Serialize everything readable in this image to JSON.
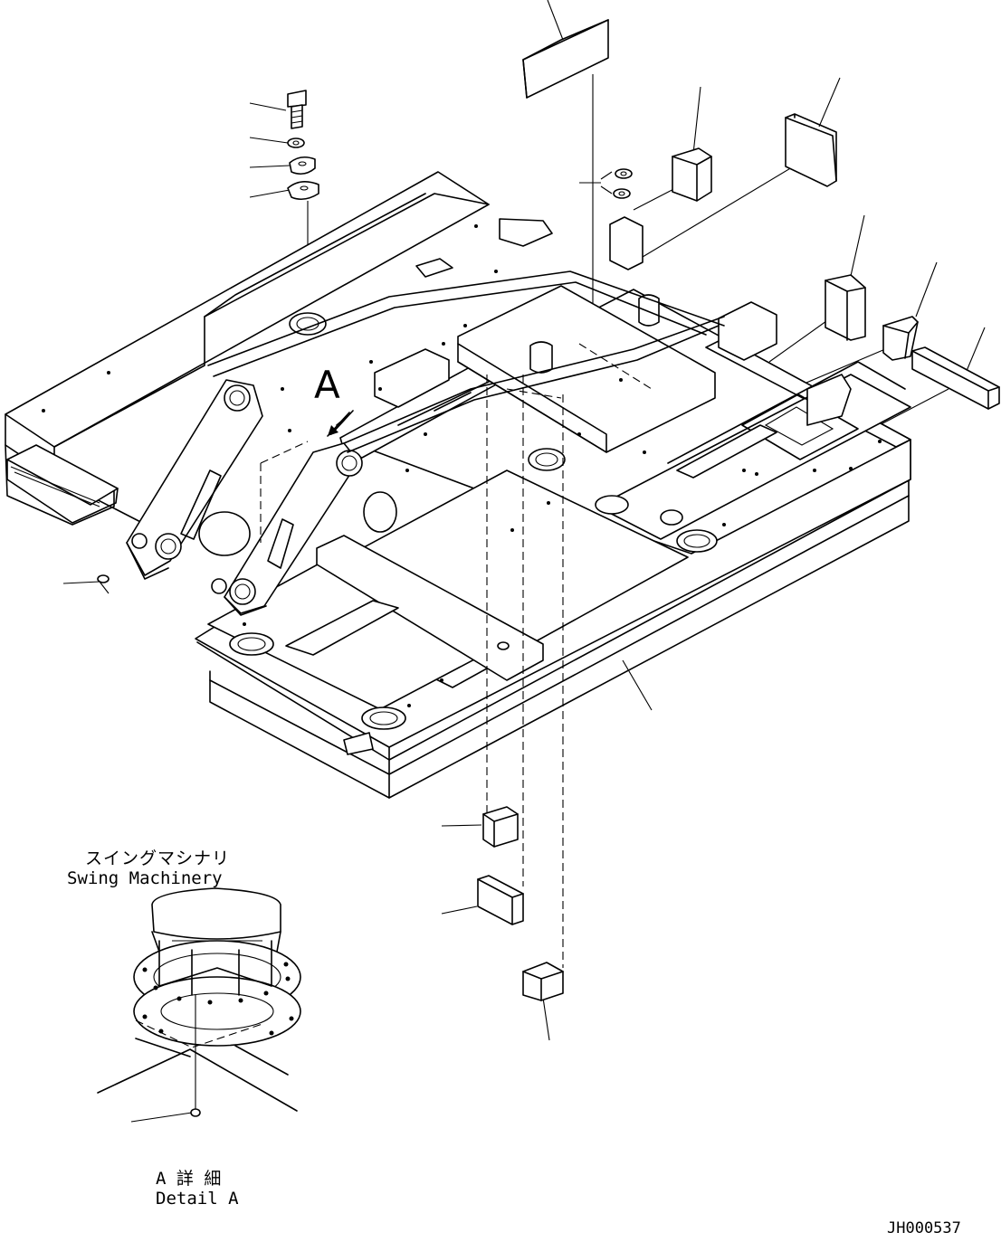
{
  "view_marker": "A",
  "callout_swing": {
    "jp": "スイングマシナリ",
    "en": "Swing Machinery"
  },
  "callout_detail": {
    "jp": "A 詳 細",
    "en": "Detail A"
  },
  "drawing_number": "JH000537"
}
